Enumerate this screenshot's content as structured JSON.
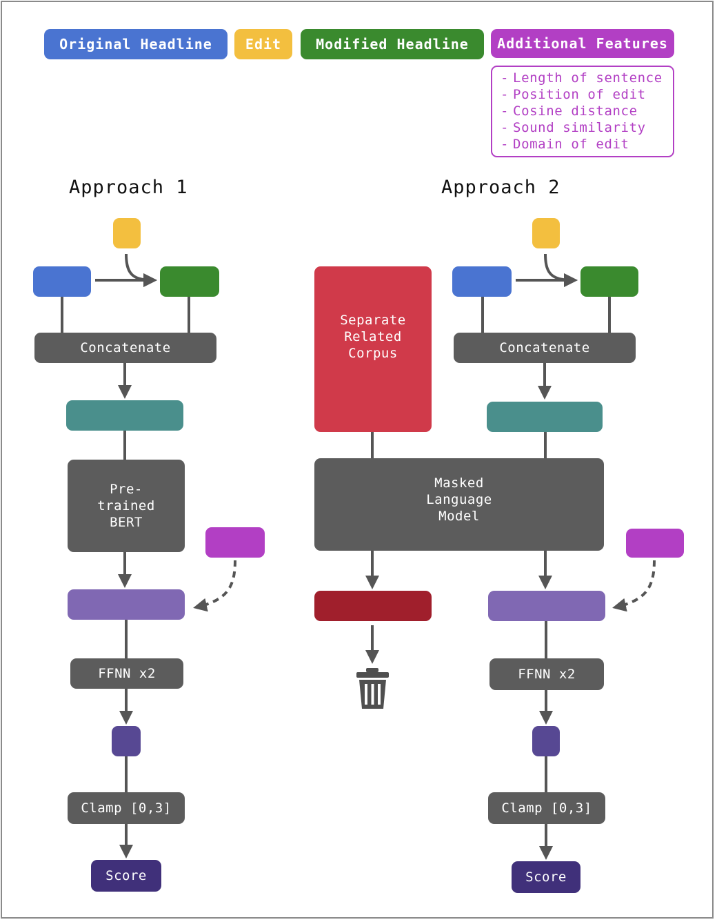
{
  "legend": {
    "original": "Original Headline",
    "edit": "Edit",
    "modified": "Modified Headline",
    "features": "Additional Features"
  },
  "features_list": [
    "Length of sentence",
    "Position of edit",
    "Cosine distance",
    "Sound similarity",
    "Domain of edit"
  ],
  "approach1": {
    "title": "Approach 1",
    "concat": "Concatenate",
    "bert": "Pre-\ntrained\nBERT",
    "ffnn": "FFNN x2",
    "clamp": "Clamp [0,3]",
    "score": "Score"
  },
  "approach2": {
    "title": "Approach 2",
    "corpus": "Separate\nRelated\nCorpus",
    "concat": "Concatenate",
    "mlm": "Masked\nLanguage\nModel",
    "ffnn": "FFNN x2",
    "clamp": "Clamp [0,3]",
    "score": "Score"
  },
  "colors": {
    "original": "#4a74d1",
    "edit": "#f3bf3f",
    "modified": "#3a8a2e",
    "features": "#b23fc4",
    "process": "#5c5c5c",
    "embedding": "#4a8f8c",
    "combined": "#8068b3",
    "output": "#574893",
    "score": "#40307a",
    "corpus": "#d03a4a",
    "discard": "#a01f2c",
    "arrow": "#555555"
  },
  "icons": [
    "trash-icon"
  ]
}
